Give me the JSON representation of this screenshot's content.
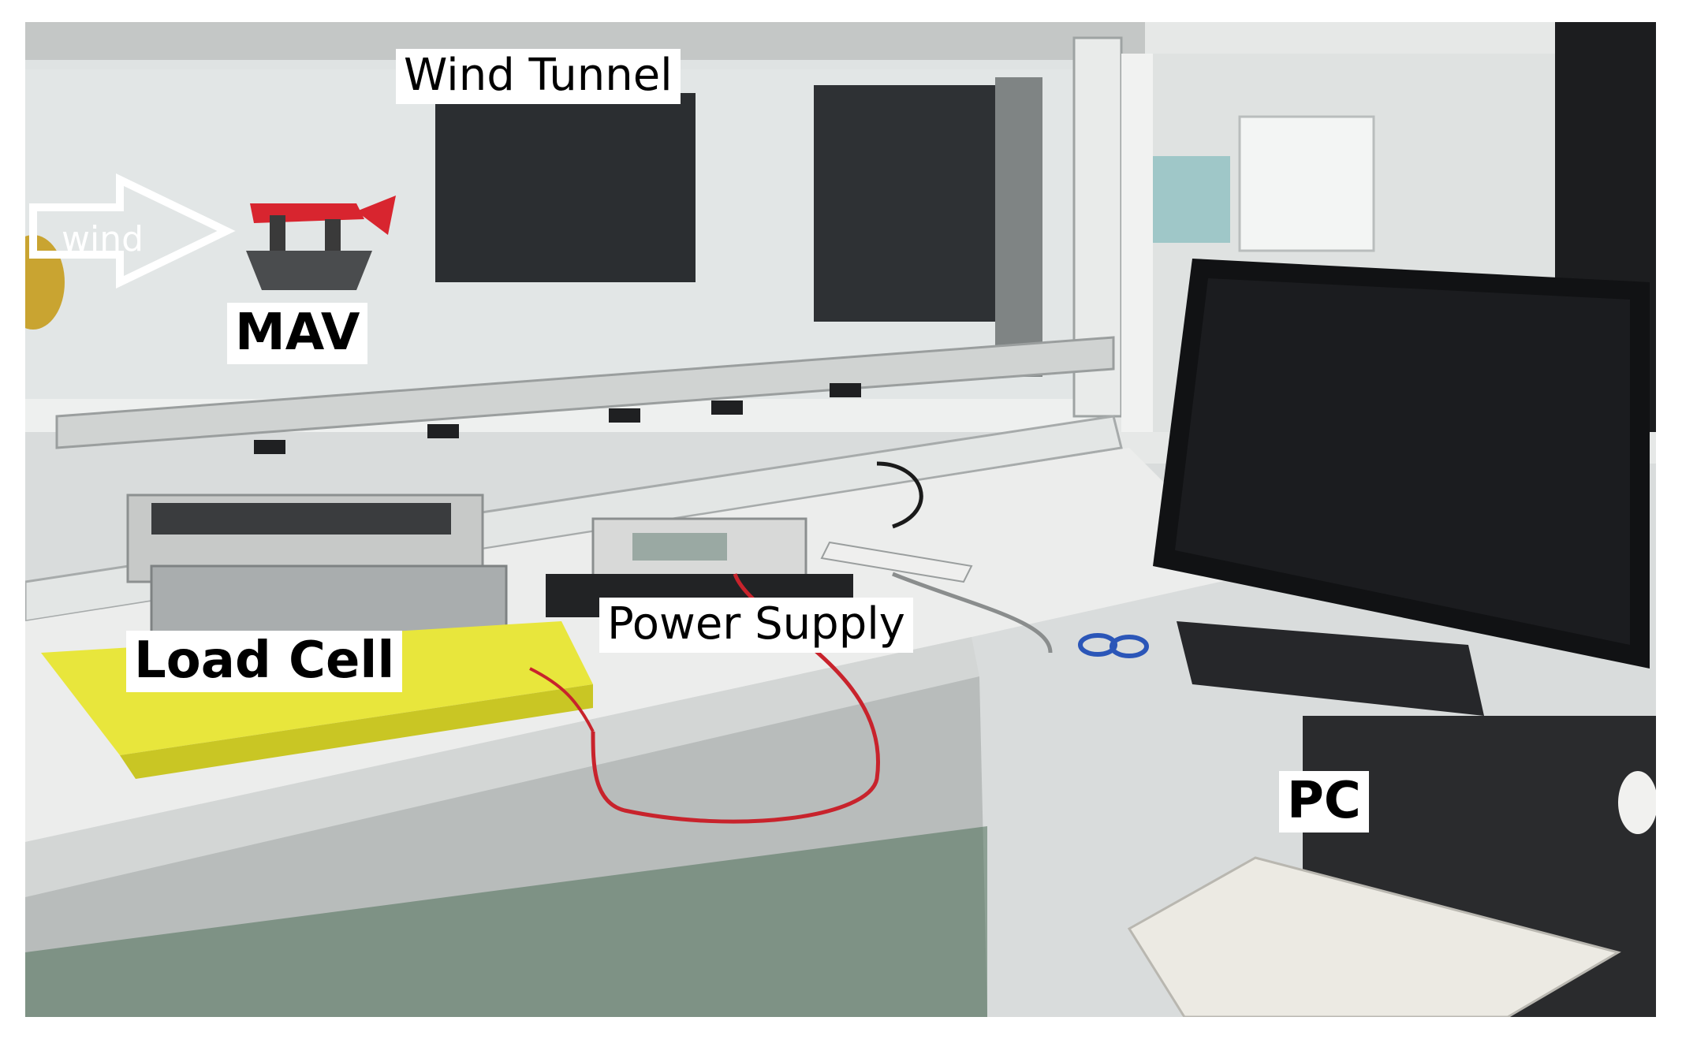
{
  "labels": {
    "wind_tunnel": "Wind Tunnel",
    "wind": "wind",
    "mav": "MAV",
    "power_supply": "Power Supply",
    "load_cell": "Load Cell",
    "pc": "PC"
  },
  "icons": {
    "wind_arrow": "arrow-right-outline-icon"
  },
  "colors": {
    "label_background": "#ffffff",
    "label_text": "#000000",
    "mav_red": "#d8252f",
    "foam_yellow": "#e8e63c",
    "monitor_black": "#111214",
    "wire_red": "#c8232c",
    "scissors_blue": "#2b56b8"
  }
}
